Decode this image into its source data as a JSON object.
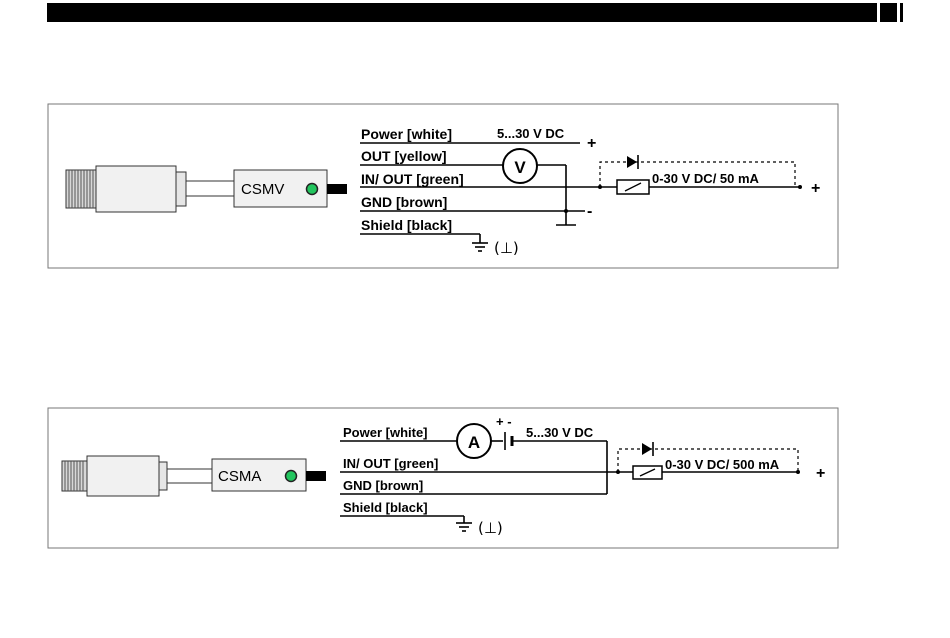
{
  "diagram1": {
    "device": "CSMV",
    "wires": {
      "power": "Power [white]",
      "out": "OUT [yellow]",
      "inout": "IN/ OUT [green]",
      "gnd": "GND [brown]",
      "shield": "Shield [black]"
    },
    "supply": "5...30 V DC",
    "load": "0-30 V DC/ 50 mA",
    "meter": "V",
    "plus": "+",
    "minus": "-",
    "earth": "(⊥)"
  },
  "diagram2": {
    "device": "CSMA",
    "wires": {
      "power": "Power  [white]",
      "inout": "IN/ OUT [green]",
      "gnd": "GND  [brown]",
      "shield": "Shield  [black]"
    },
    "supply": "5...30 V DC",
    "load": "0-30 V DC/ 500 mA",
    "meter": "A",
    "battery_polarity": "+  -",
    "plus": "+",
    "earth": "(⊥)"
  }
}
